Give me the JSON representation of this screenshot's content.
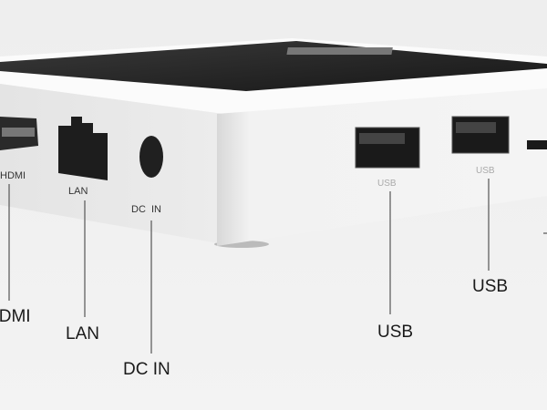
{
  "device_ports_printed": {
    "hdmi": "HDMI",
    "lan": "LAN",
    "dc_in": "DC  IN",
    "usb_1": "USB",
    "usb_2": "USB"
  },
  "callouts": {
    "hdmi": "HDMI",
    "lan": "LAN",
    "dc_in": "DC IN",
    "usb_1": "USB",
    "usb_2": "USB"
  }
}
